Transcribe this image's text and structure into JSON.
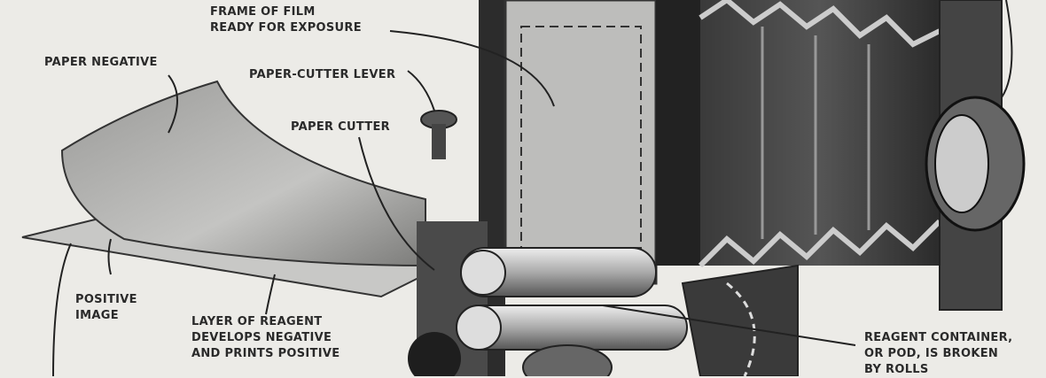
{
  "labels": {
    "frame_of_film": [
      "FRAME OF FILM",
      "READY FOR EXPOSURE"
    ],
    "paper_negative": "PAPER NEGATIVE",
    "paper_cutter_lever": "PAPER-CUTTER LEVER",
    "paper_cutter": "PAPER CUTTER",
    "positive_image": [
      "POSITIVE",
      "IMAGE"
    ],
    "reagent_layer": [
      "LAYER OF REAGENT",
      "DEVELOPS NEGATIVE",
      "AND PRINTS POSITIVE"
    ],
    "reagent_container": [
      "REAGENT CONTAINER,",
      "OR POD, IS BROKEN",
      "BY ROLLS"
    ]
  }
}
